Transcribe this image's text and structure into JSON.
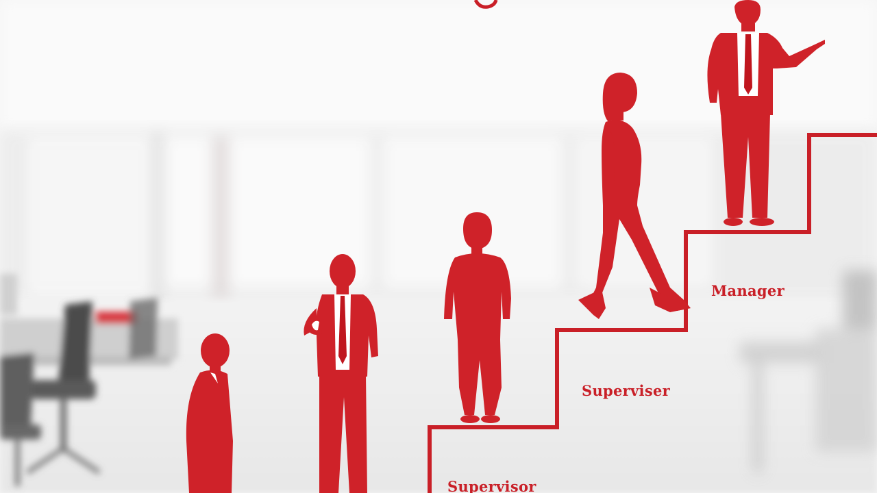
{
  "labels": {
    "step3": "Manager",
    "step2": "Superviser",
    "step1": "Supervisor"
  },
  "colors": {
    "accent": "#c91f27",
    "background": "#f4f4f4"
  }
}
